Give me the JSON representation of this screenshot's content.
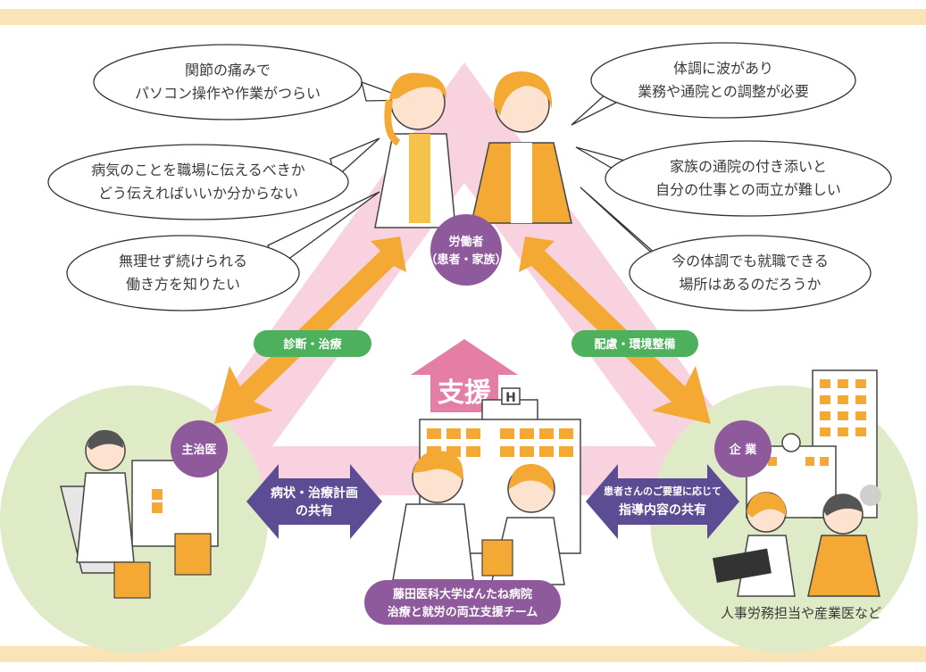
{
  "colors": {
    "band": "#fbe3b8",
    "triangle": "#f8d3df",
    "orange": "#f3a933",
    "purple": "#8e5a9c",
    "green": "#4db05c",
    "indigo": "#5b4c93",
    "pink": "#e57ea5",
    "circle": "#dfeac6"
  },
  "bubbles": [
    {
      "lines": [
        "関節の痛みで",
        "パソコン操作や作業がつらい"
      ]
    },
    {
      "lines": [
        "病気のことを職場に伝えるべきか",
        "どう伝えればいいか分からない"
      ]
    },
    {
      "lines": [
        "無理せず続けられる",
        "働き方を知りたい"
      ]
    },
    {
      "lines": [
        "体調に波があり",
        "業務や通院との調整が必要"
      ]
    },
    {
      "lines": [
        "家族の通院の付き添いと",
        "自分の仕事との両立が難しい"
      ]
    },
    {
      "lines": [
        "今の体調でも就職できる",
        "場所はあるのだろうか"
      ]
    }
  ],
  "nodes": {
    "worker": {
      "line1": "労働者",
      "line2": "（患者・家族）"
    },
    "doctor": "主治医",
    "company": "企 業",
    "hospital": {
      "line1": "藤田医科大学ばんたね病院",
      "line2": "治療と就労の両立支援チーム"
    }
  },
  "links": {
    "diagnosis": "診断・治療",
    "care": "配慮・環境整備",
    "left_share": {
      "line1": "病状・治療計画",
      "line2": "の共有"
    },
    "right_share": {
      "line1": "患者さんのご要望に応じて",
      "line2": "指導内容の共有"
    }
  },
  "support_label": "支援",
  "hospital_sign": "H",
  "company_caption": "人事労務担当や産業医など",
  "icons": [
    "worker-person-icon",
    "family-person-icon",
    "doctor-person-icon",
    "nurse-person-icon",
    "hospital-building-icon",
    "company-building-icon",
    "staff-person-icon",
    "clock-icon",
    "tree-icon"
  ]
}
